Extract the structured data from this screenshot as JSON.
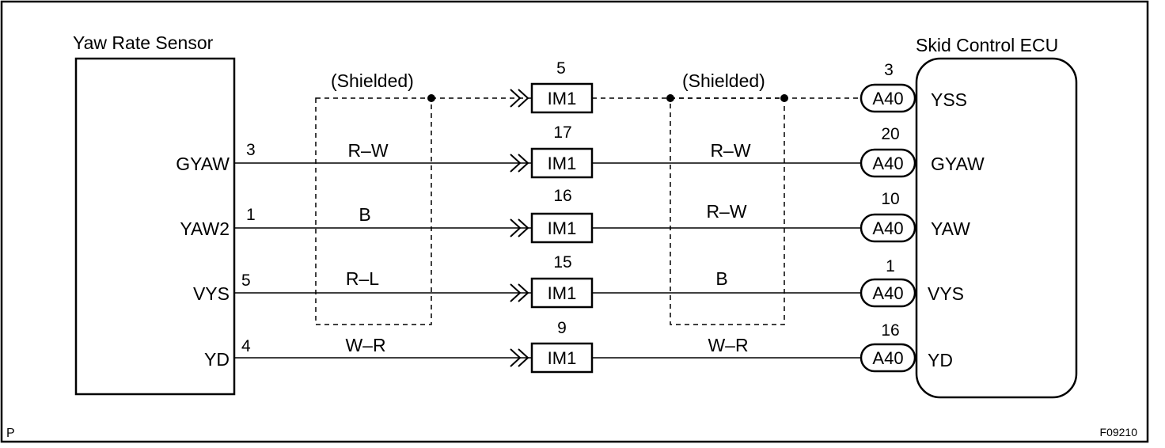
{
  "sensor": {
    "title": "Yaw Rate Sensor",
    "pins": [
      {
        "label": "GYAW",
        "num": "3"
      },
      {
        "label": "YAW2",
        "num": "1"
      },
      {
        "label": "VYS",
        "num": "5"
      },
      {
        "label": "YD",
        "num": "4"
      }
    ]
  },
  "ecu": {
    "title": "Skid Control ECU",
    "pins": [
      {
        "label": "YSS",
        "num": "3"
      },
      {
        "label": "GYAW",
        "num": "20"
      },
      {
        "label": "YAW",
        "num": "10"
      },
      {
        "label": "VYS",
        "num": "1"
      },
      {
        "label": "YD",
        "num": "16"
      }
    ]
  },
  "junction": {
    "name": "IM1",
    "pins": [
      "5",
      "17",
      "16",
      "15",
      "9"
    ]
  },
  "ecu_connector": {
    "name": "A40"
  },
  "wires_left": [
    "",
    "R–W",
    "B",
    "R–L",
    "W–R"
  ],
  "wires_right": [
    "",
    "R–W",
    "R–W",
    "B",
    "W–R"
  ],
  "shield_label": "(Shielded)",
  "footer": {
    "left_mark": "P",
    "figure_id": "F09210"
  }
}
